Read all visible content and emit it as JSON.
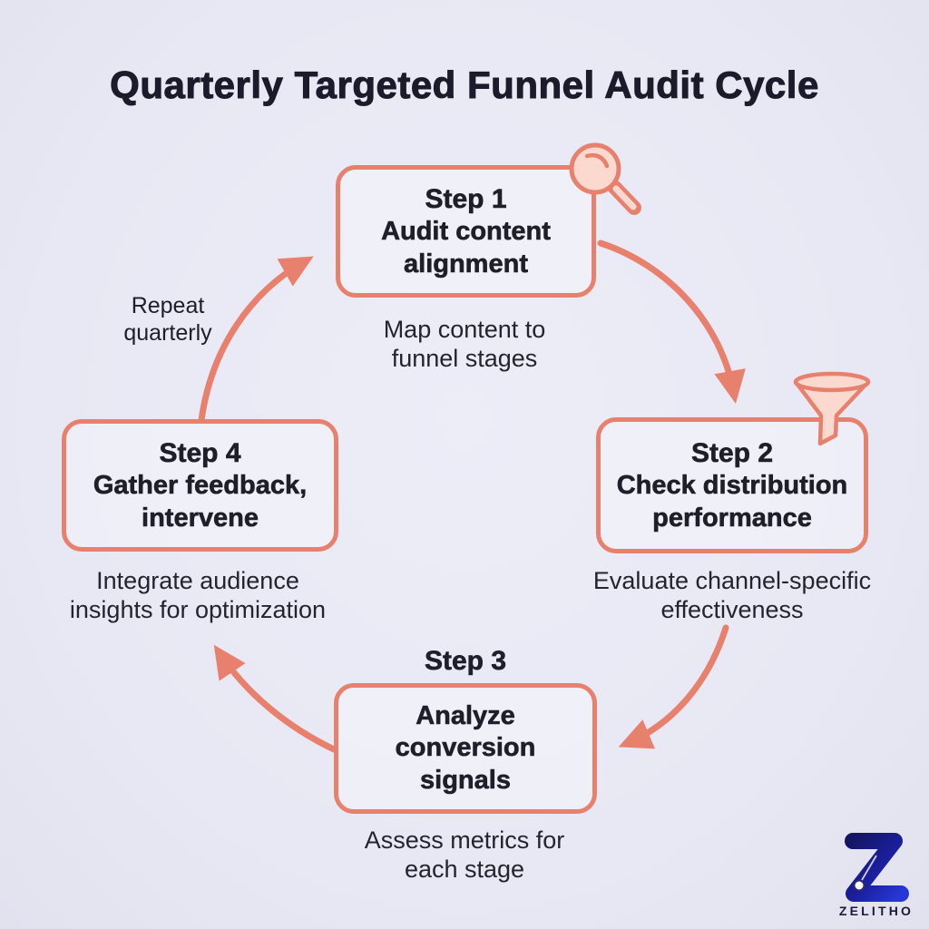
{
  "title": "Quarterly Targeted Funnel Audit Cycle",
  "steps": [
    {
      "label": "Step 1",
      "title": "Audit content alignment",
      "caption": "Map content to funnel stages",
      "icon": "magnifier-icon"
    },
    {
      "label": "Step 2",
      "title": "Check distribution performance",
      "caption": "Evaluate channel-specific effectiveness",
      "icon": "funnel-icon"
    },
    {
      "label": "Step 3",
      "title": "Analyze conversion signals",
      "caption": "Assess metrics for each stage",
      "icon": ""
    },
    {
      "label": "Step 4",
      "title": "Gather feedback, intervene",
      "caption": "Integrate audience insights for optimization",
      "icon": ""
    }
  ],
  "cycle_note": "Repeat quarterly",
  "brand": {
    "name": "ZELITHO",
    "logo": "z-icon"
  },
  "colors": {
    "accent": "#E8806E",
    "icon_fill": "#FBD9CE",
    "background": "#E9E9F4",
    "text_dark": "#1D1F2A",
    "logo_navy": "#151566",
    "logo_blue": "#2637D4"
  }
}
